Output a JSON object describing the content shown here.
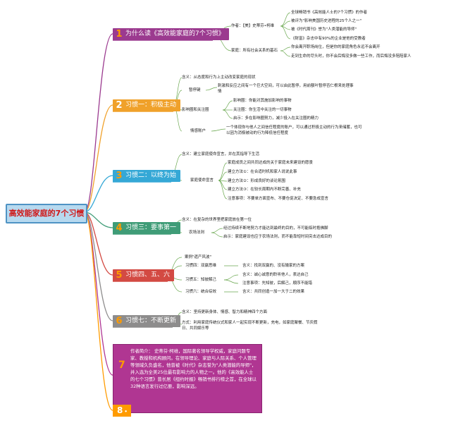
{
  "root": "高效能家庭的7个习惯",
  "colors": {
    "purple": "#9b3a8f",
    "orange": "#f0a12a",
    "blue": "#35a8d6",
    "green": "#3f9c77",
    "red": "#d34a43",
    "gray": "#8d8c8c",
    "magenta": "#b03692",
    "accent": "#ff9b00"
  },
  "b1": {
    "num": "1",
    "label": "为什么读《高效能家庭的7个习惯》",
    "author_label": "作者：【美】史蒂芬•柯维",
    "author_items": [
      "全球畅销书《高效能人士的7个习惯》的作者",
      "被评为\"影响美国历史进程的25个人之一\"",
      "被《时代周刊》誉为\"人类潜能的导师\"",
      "《财富》杂志中有90%的企业是他的受教者"
    ],
    "family_label": "家庭：所有社会关系的基石",
    "family_items": [
      "你会离开职场岗位，但是你的家庭角色永远不会离开",
      "走到生命的尽头时，你不会后悔没多做一些工作，而后悔没多陪陪家人"
    ]
  },
  "b2": {
    "num": "2",
    "label": "习惯一：积极主动",
    "meaning": "含义：从态度和行为上主动改变家庭的现状",
    "pause_label": "暂停键",
    "pause_text": [
      "刺激和反应之间有一个巨大空间，可以由此暂停，用前额叶暂停否仁根来处理事",
      "情"
    ],
    "circle_label": "影响圈和关注圈",
    "circle_items": [
      "影响圈：你能对其施加影响的事物",
      "关注圈：你生活中关注的一切事物",
      "启示：多在影响圈努力，减少投入在关注圈的精力"
    ],
    "account_label": "情感账户",
    "account_text": [
      "一个体现你与他人之间信任程度的账户，可以通过积极主动的行为来储蓄，也可",
      "以因为消极被动的行为降低信任程度"
    ]
  },
  "b3": {
    "num": "3",
    "label": "习惯二：以终为始",
    "meaning": "含义：建立家庭使命宣言，并在其指导下生活",
    "mission_label": "家庭使命宣言",
    "mission_items": [
      "家庭成员之间共同达成的关于家庭未来建设的愿景",
      "建立方法①：在合适时机和家人说说此事",
      "建立方法②：形成良好的谈论氛围",
      "建立方法③：在较长周期内不断完善、补充",
      "注意事项：不要单方面宣布、不要仓促决定、不要急成宣言"
    ]
  },
  "b4": {
    "num": "4",
    "label": "习惯三：要事第一",
    "meaning": "含义：在复杂的世界里把家庭放在第一位",
    "farm_label": "农场法则",
    "farm_items": [
      "经过持续不断地努力才能达到最终的目的，不可能临时抱佛脚",
      "启示：家庭建设也应于农场法则，而不能靠短时间突击达成目的"
    ]
  },
  "b5": {
    "num": "5",
    "label": "习惯四、五、六",
    "case": "案例\"遗产风波\"",
    "rows": [
      {
        "habit": "习惯四：双赢思维",
        "meaning": "含义：找到双赢的、没有输家的方案"
      },
      {
        "habit": "习惯五：知彼解己",
        "meaning": "含义：诚心诚意的聆听他人，表达自己",
        "note": "注意事项：先知彼，后解己，顺序不能错"
      },
      {
        "habit": "习惯六：统合综效",
        "meaning": "含义：共同创造一加一大于二的效果"
      }
    ]
  },
  "b6": {
    "num": "6",
    "label": "习惯七：不断更新",
    "meaning": "含义：坚持更新身体、情感、智力和精神四个方面",
    "method": [
      "方式：利用家庭传统仪式和家人一起实现不断更新，充电，如家庭聚餐、节庆假",
      "日、共同娱乐等"
    ]
  },
  "b7": {
    "num": "7",
    "text": "作者简介： 史蒂芬·柯维，国际著名领导学权威，家庭问题专家、教授和机构顾问。在领导理论、家庭与人际关系、个人管理等领域久负盛名，他曾被《时代》杂志誉为\"人类潜能的导师\"，并入选为全美25位最有影响力的人物之一。他的《高效能人士的七个习惯》曾长居《纽约时报》畅销书排行榜之首，在全球以32种语言发行过亿册，影响深远。"
  },
  "b8": {
    "num": "8",
    "suffix": "•"
  }
}
